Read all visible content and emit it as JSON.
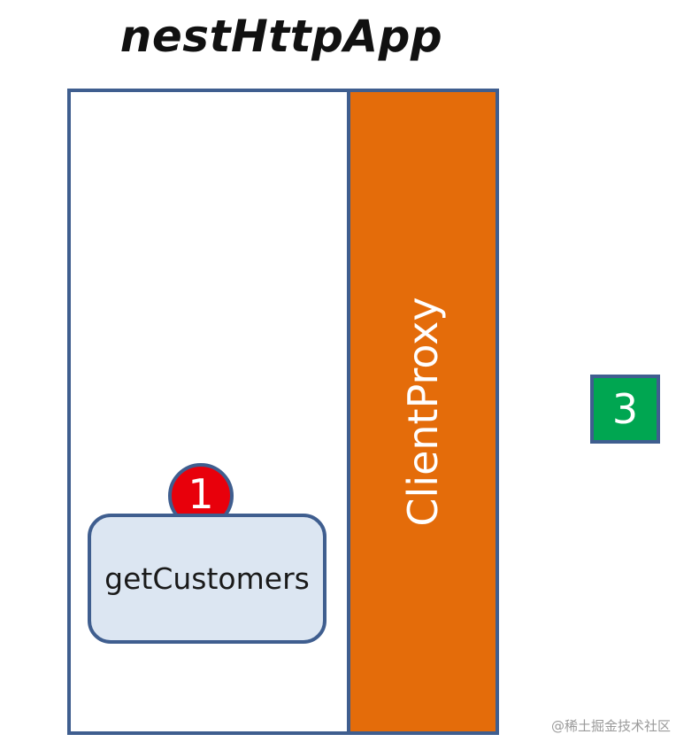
{
  "diagram": {
    "title": "nestHttpApp",
    "proxy_label": "ClientProxy",
    "method_label": "getCustomers",
    "step_one": "1",
    "step_three": "3",
    "watermark": "@稀土掘金技术社区"
  },
  "colors": {
    "border": "#3f5e8f",
    "proxy_fill": "#e46c0a",
    "method_fill": "#dce6f2",
    "step_one_fill": "#e8000b",
    "step_three_fill": "#00a651"
  }
}
